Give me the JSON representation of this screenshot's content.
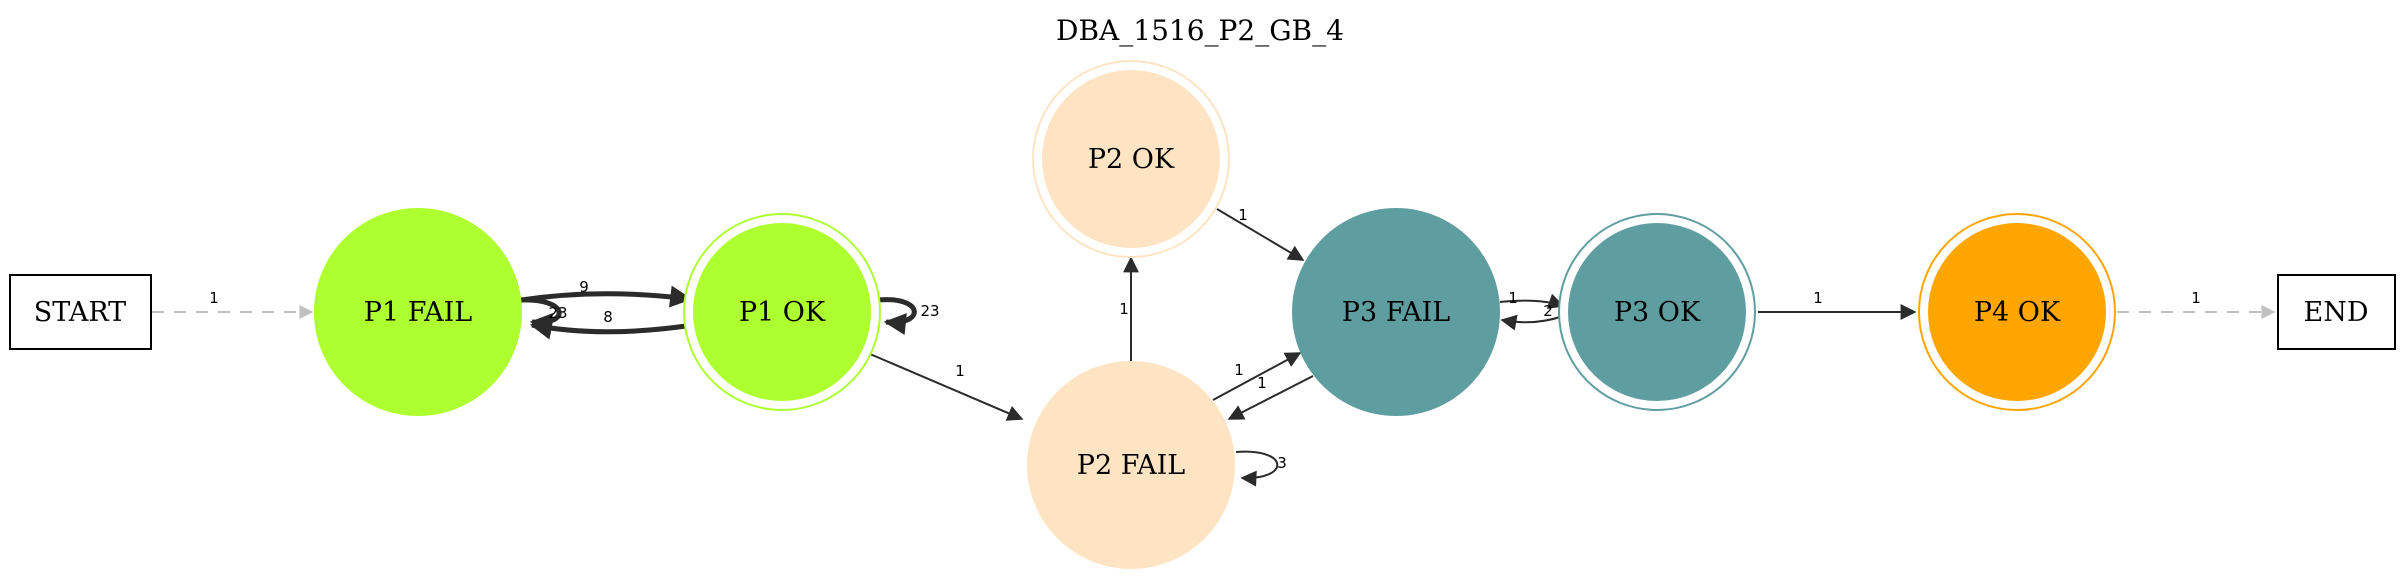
{
  "title": "DBA_1516_P2_GB_4",
  "colors": {
    "p1": "#adff2f",
    "p2": "#ffe4c4",
    "p3": "#5f9ea0",
    "p4": "#ffa500",
    "edge": "#2b2b2b",
    "dashed_edge": "#c0c0c0"
  },
  "nodes": {
    "start": "START",
    "end": "END",
    "p1_fail": "P1 FAIL",
    "p1_ok": "P1 OK",
    "p2_ok": "P2 OK",
    "p2_fail": "P2 FAIL",
    "p3_fail": "P3 FAIL",
    "p3_ok": "P3 OK",
    "p4_ok": "P4 OK"
  },
  "edges": {
    "start_p1fail": "1",
    "p1fail_p1ok": "9",
    "p1ok_p1fail": "8",
    "p1fail_self": "23",
    "p1ok_self": "23",
    "p1ok_p2fail": "1",
    "p2fail_p2ok": "1",
    "p2ok_p3fail": "1",
    "p2fail_p3fail": "1",
    "p3fail_p2fail": "1",
    "p2fail_self": "3",
    "p3fail_p3ok": "1",
    "p3ok_p3fail": "2",
    "p3ok_p4ok": "1",
    "p4ok_end": "1"
  }
}
